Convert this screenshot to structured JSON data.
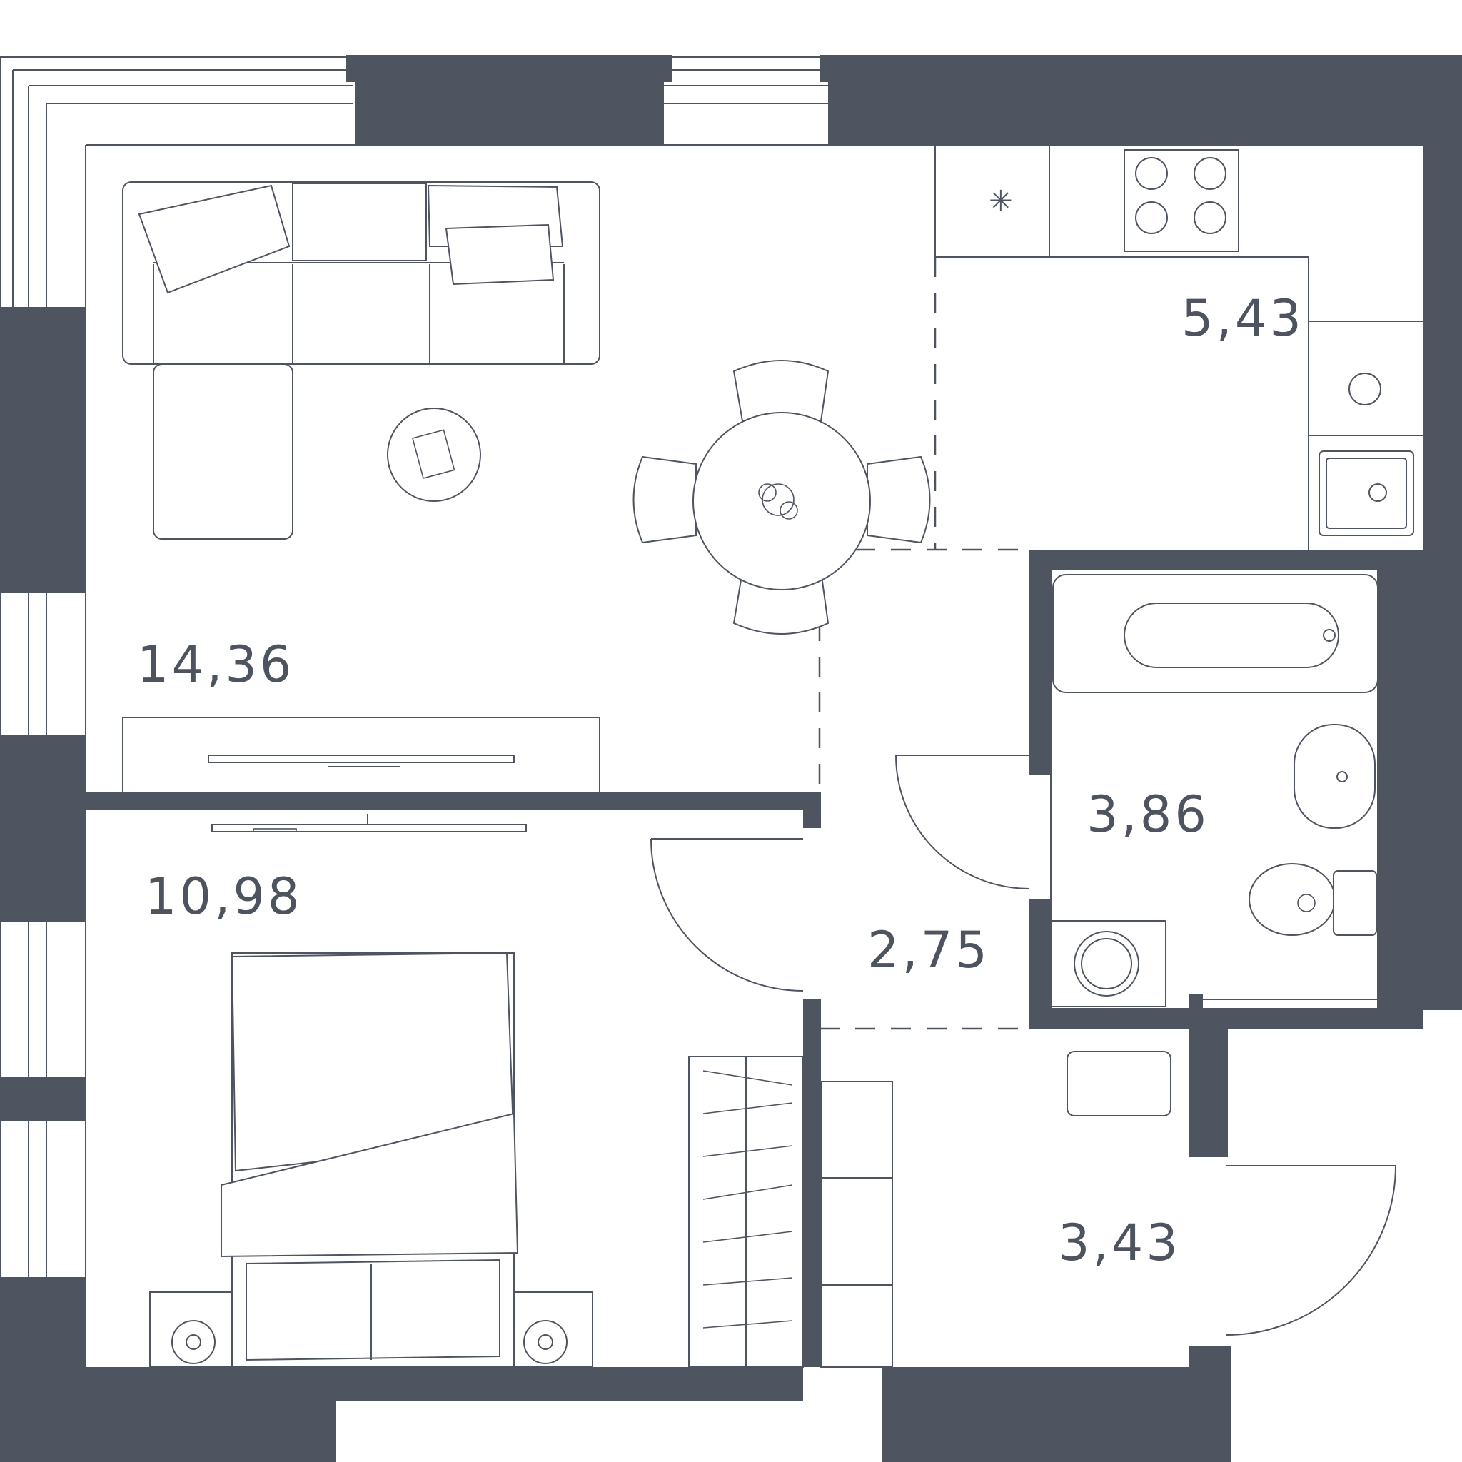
{
  "rooms": [
    {
      "id": "living-room",
      "area": "14,36"
    },
    {
      "id": "kitchen",
      "area": "5,43"
    },
    {
      "id": "bathroom",
      "area": "3,86"
    },
    {
      "id": "bedroom",
      "area": "10,98"
    },
    {
      "id": "hallway",
      "area": "2,75"
    },
    {
      "id": "entrance-hall",
      "area": "3,43"
    }
  ],
  "colors": {
    "wall": "#4f5461",
    "line": "#4f5461",
    "background": "#ffffff"
  }
}
